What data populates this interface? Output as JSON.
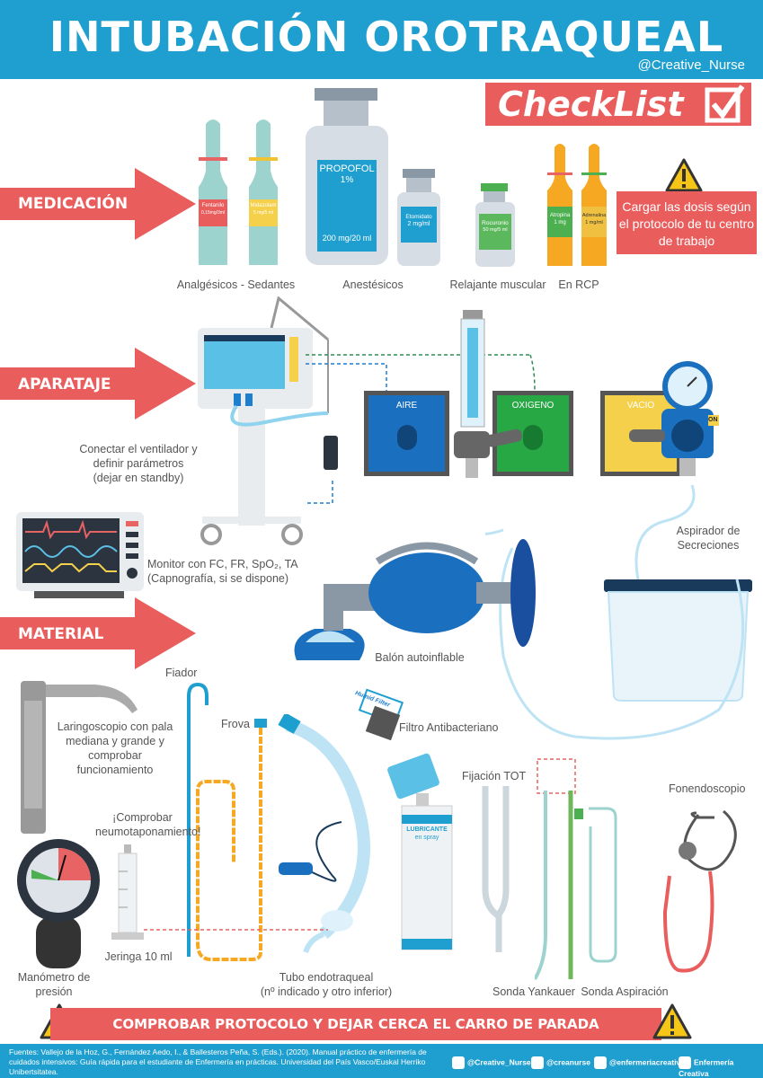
{
  "header": {
    "title": "INTUBACIÓN OROTRAQUEAL",
    "handle": "@Creative_Nurse",
    "checklist": "CheckList"
  },
  "sections": {
    "medicacion": "MEDICACIÓN",
    "aparataje": "APARATAJE",
    "material": "MATERIAL"
  },
  "medication": {
    "fentanilo": [
      "Fentanilo",
      "0,15mg/3ml"
    ],
    "midazolam": [
      "Midazolam",
      "5 mg/5 ml"
    ],
    "propofol": [
      "PROPOFOL",
      "1%",
      "200 mg/20 ml"
    ],
    "etomidato": [
      "Etomidato",
      "2 mg/ml"
    ],
    "rocuronio": [
      "Rocuronio",
      "50 mg/5 ml"
    ],
    "atropina": [
      "Atropina",
      "1 mg"
    ],
    "adrenalina": [
      "Adrenalina",
      "1 mg/ml"
    ],
    "captions": {
      "analgesicos": "Analgésicos - Sedantes",
      "anestesicos": "Anestésicos",
      "relajante": "Relajante muscular",
      "rcp": "En RCP"
    },
    "warning": "Cargar las dosis según el protocolo de tu centro de trabajo"
  },
  "equipment": {
    "ventilador": [
      "Conectar el ventilador y",
      "definir parámetros",
      "(dejar en standby)"
    ],
    "monitor": [
      "Monitor con FC, FR, SpO₂, TA",
      "(Capnografía, si se dispone)"
    ],
    "aire": "AIRE",
    "oxigeno": "OXIGENO",
    "vacio": "VACIO",
    "on": "ON",
    "aspirador": [
      "Aspirador de",
      "Secreciones"
    ]
  },
  "material": {
    "balon": "Balón autoinflable",
    "fiador": "Fiador",
    "laringoscopio": [
      "Laringoscopio con pala",
      "mediana y grande y",
      "comprobar",
      "funcionamiento"
    ],
    "frova": "Frova",
    "humid_filter": "Humid Filter",
    "filtro": "Filtro Antibacteriano",
    "fijacion": "Fijación TOT",
    "neumotaponamiento": [
      "¡Comprobar",
      "neumotaponamiento!"
    ],
    "lubricante": [
      "LUBRICANTE",
      "en spray"
    ],
    "fonendoscopio": "Fonendoscopio",
    "manometro": [
      "Manómetro de",
      "presión"
    ],
    "jeringa": "Jeringa 10 ml",
    "tubo": [
      "Tubo endotraqueal",
      "(nº indicado y otro inferior)"
    ],
    "yankauer": "Sonda Yankauer",
    "aspiracion": "Sonda Aspiración"
  },
  "bottom_banner": "COMPROBAR PROTOCOLO Y DEJAR CERCA EL CARRO DE PARADA",
  "footer": {
    "sources": "Fuentes: Vallejo de la Hoz, G., Fernández Aedo, I., & Ballesteros Peña, S. (Eds.). (2020). Manual práctico de enfermería de cuidados intensivos: Guía rápida para el estudiante de Enfermería en prácticas. Universidad del País Vasco/Euskal Herriko Unibertsitatea.",
    "social": [
      "@Creative_Nurse",
      "@creanurse",
      "@enfermeriacreativa",
      "Enfermería Creativa"
    ]
  }
}
